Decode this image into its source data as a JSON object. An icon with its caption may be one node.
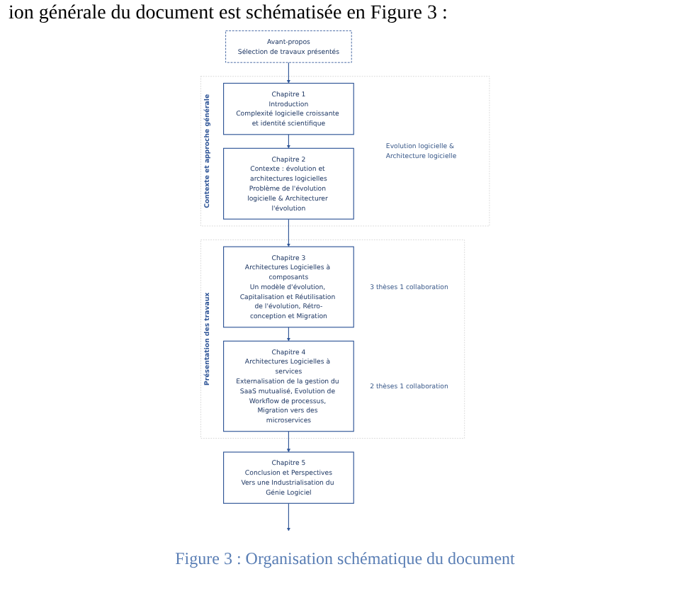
{
  "diagram": {
    "title": "ion générale du document est schématisée en Figure 3 :",
    "caption": "Figure 3 : Organisation schématique du document",
    "nodes": [
      {
        "text": [
          "Avant-propos",
          "Sélection de travaux présentés"
        ]
      },
      {
        "text": [
          "Contexte et approche générale"
        ],
        "beside": [
          "Evolution logicielle & Architecture logicielle"
        ]
      },
      {
        "text": [
          "Chapitre 1",
          "Introduction",
          "Complexité logicielle croissante et identité scientifique"
        ],
        "in": 1
      },
      {
        "text": [
          "Chapitre 2",
          "Contexte : évolution et architectures logicielles",
          "Problème de l'évolution logicielle & Architecturer l'évolution"
        ],
        "in": 1
      },
      {
        "text": [
          "Présentation des travaux"
        ]
      },
      {
        "text": [
          "Chapitre 3",
          "Architectures Logicielles à composants",
          "Un modèle d'évolution, Capitalisation et Réutilisation de l'évolution, Rétro-conception et Migration"
        ],
        "in": 4,
        "beside": [
          "3 thèses 1 collaboration"
        ]
      },
      {
        "text": [
          "Chapitre 4",
          "Architectures Logicielles à services",
          "Externalisation de la gestion du SaaS mutualisé, Evolution de Workflow de processus, Migration vers des microservices"
        ],
        "in": 4,
        "beside": [
          "2 thèses 1 collaboration"
        ]
      },
      {
        "text": [
          "Chapitre 5",
          "Conclusion et Perspectives",
          "Vers une Industrialisation du Génie Logiciel"
        ]
      }
    ],
    "edges": [
      {
        "from": 0,
        "to": 2,
        "arrow": "to"
      },
      {
        "from": 2,
        "to": 3,
        "arrow": "to"
      },
      {
        "from": 3,
        "to": 5,
        "arrow": "to"
      },
      {
        "from": 5,
        "to": 6,
        "arrow": "to"
      },
      {
        "from": 6,
        "to": 7,
        "arrow": "to"
      },
      {
        "from": 7,
        "to": null,
        "arrow": "to"
      }
    ]
  }
}
